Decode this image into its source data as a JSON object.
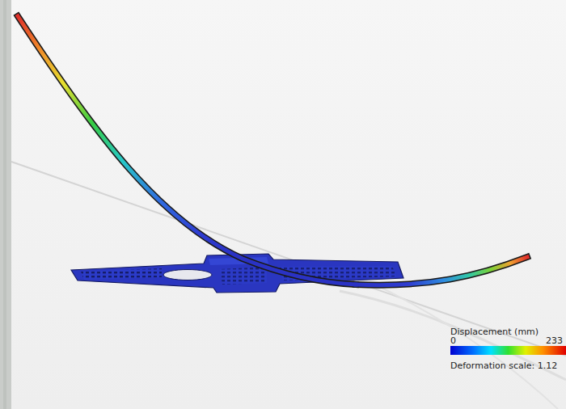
{
  "diagram": {
    "labels": [
      "Displacement (mm)",
      "0",
      "233",
      "Deformation scale: 1.12"
    ]
  }
}
